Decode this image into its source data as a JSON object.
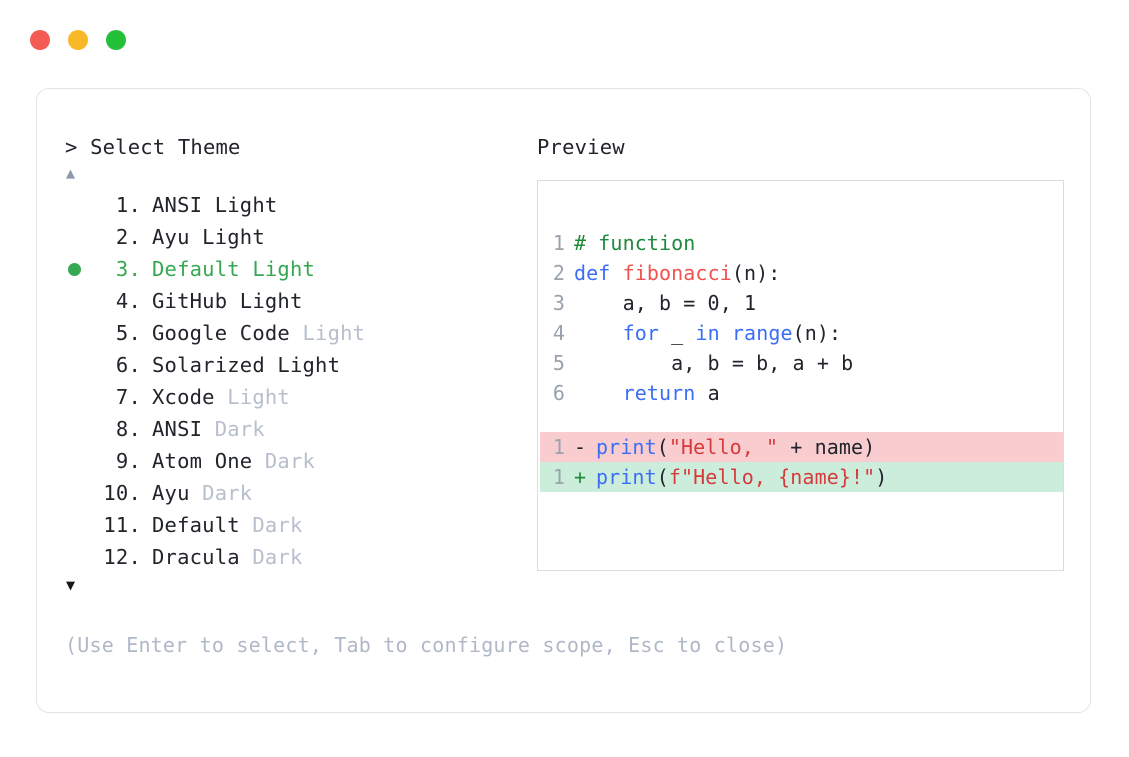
{
  "window": {
    "traffic_lights": [
      {
        "name": "close",
        "color": "#f45b52"
      },
      {
        "name": "minimize",
        "color": "#f7b928"
      },
      {
        "name": "maximize",
        "color": "#24c03a"
      }
    ]
  },
  "left_panel": {
    "prompt": "> Select Theme",
    "scroll_up_icon": "▲",
    "scroll_down_icon": "▼",
    "selected_index": 3,
    "selection_bullet": "●",
    "selected_color": "#36a852",
    "dim_color": "#b7bfcd",
    "items": [
      {
        "index": "1.",
        "name": "ANSI",
        "suffix": "Light",
        "suffix_dim": false,
        "selected": false
      },
      {
        "index": "2.",
        "name": "Ayu",
        "suffix": "Light",
        "suffix_dim": false,
        "selected": false
      },
      {
        "index": "3.",
        "name": "Default",
        "suffix": "Light",
        "suffix_dim": false,
        "selected": true
      },
      {
        "index": "4.",
        "name": "GitHub",
        "suffix": "Light",
        "suffix_dim": false,
        "selected": false
      },
      {
        "index": "5.",
        "name": "Google Code",
        "suffix": "Light",
        "suffix_dim": true,
        "selected": false
      },
      {
        "index": "6.",
        "name": "Solarized",
        "suffix": "Light",
        "suffix_dim": false,
        "selected": false
      },
      {
        "index": "7.",
        "name": "Xcode",
        "suffix": "Light",
        "suffix_dim": true,
        "selected": false
      },
      {
        "index": "8.",
        "name": "ANSI",
        "suffix": "Dark",
        "suffix_dim": true,
        "selected": false
      },
      {
        "index": "9.",
        "name": "Atom One",
        "suffix": "Dark",
        "suffix_dim": true,
        "selected": false
      },
      {
        "index": "10.",
        "name": "Ayu",
        "suffix": "Dark",
        "suffix_dim": true,
        "selected": false
      },
      {
        "index": "11.",
        "name": "Default",
        "suffix": "Dark",
        "suffix_dim": true,
        "selected": false
      },
      {
        "index": "12.",
        "name": "Dracula",
        "suffix": "Dark",
        "suffix_dim": true,
        "selected": false
      }
    ],
    "hint": "(Use Enter to select, Tab to configure scope, Esc to close)"
  },
  "right_panel": {
    "label": "Preview",
    "code_lines": [
      {
        "num": "1",
        "tokens": [
          {
            "t": "# function",
            "c": "comment"
          }
        ]
      },
      {
        "num": "2",
        "tokens": [
          {
            "t": "def ",
            "c": "kw"
          },
          {
            "t": "fibonacci",
            "c": "fn"
          },
          {
            "t": "(n):",
            "c": "plain"
          }
        ]
      },
      {
        "num": "3",
        "tokens": [
          {
            "t": "    a, b = 0, 1",
            "c": "plain"
          }
        ]
      },
      {
        "num": "4",
        "tokens": [
          {
            "t": "    ",
            "c": "plain"
          },
          {
            "t": "for",
            "c": "kw"
          },
          {
            "t": " _ ",
            "c": "plain"
          },
          {
            "t": "in",
            "c": "kw"
          },
          {
            "t": " ",
            "c": "plain"
          },
          {
            "t": "range",
            "c": "kw"
          },
          {
            "t": "(n):",
            "c": "plain"
          }
        ]
      },
      {
        "num": "5",
        "tokens": [
          {
            "t": "        a, b = b, a + b",
            "c": "plain"
          }
        ]
      },
      {
        "num": "6",
        "tokens": [
          {
            "t": "    ",
            "c": "plain"
          },
          {
            "t": "return",
            "c": "kw"
          },
          {
            "t": " a",
            "c": "plain"
          }
        ]
      }
    ],
    "diff_lines": [
      {
        "num": "1",
        "marker": "-",
        "kind": "del",
        "tokens": [
          {
            "t": "print",
            "c": "kw"
          },
          {
            "t": "(",
            "c": "plain"
          },
          {
            "t": "\"Hello, \"",
            "c": "str"
          },
          {
            "t": " + name)",
            "c": "plain"
          }
        ]
      },
      {
        "num": "1",
        "marker": "+",
        "kind": "add",
        "tokens": [
          {
            "t": "print",
            "c": "kw"
          },
          {
            "t": "(",
            "c": "plain"
          },
          {
            "t": "f\"Hello, {name}!\"",
            "c": "str"
          },
          {
            "t": ")",
            "c": "plain"
          }
        ]
      }
    ],
    "diff_colors": {
      "removed_bg": "#f9ccd0",
      "added_bg": "#cdeddc"
    },
    "syntax_colors": {
      "comment": "#1f8a3b",
      "keyword": "#3b6ef5",
      "function": "#ef5350",
      "string": "#d63b3b",
      "plain": "#22242b",
      "line_number": "#9aa2ae"
    }
  }
}
